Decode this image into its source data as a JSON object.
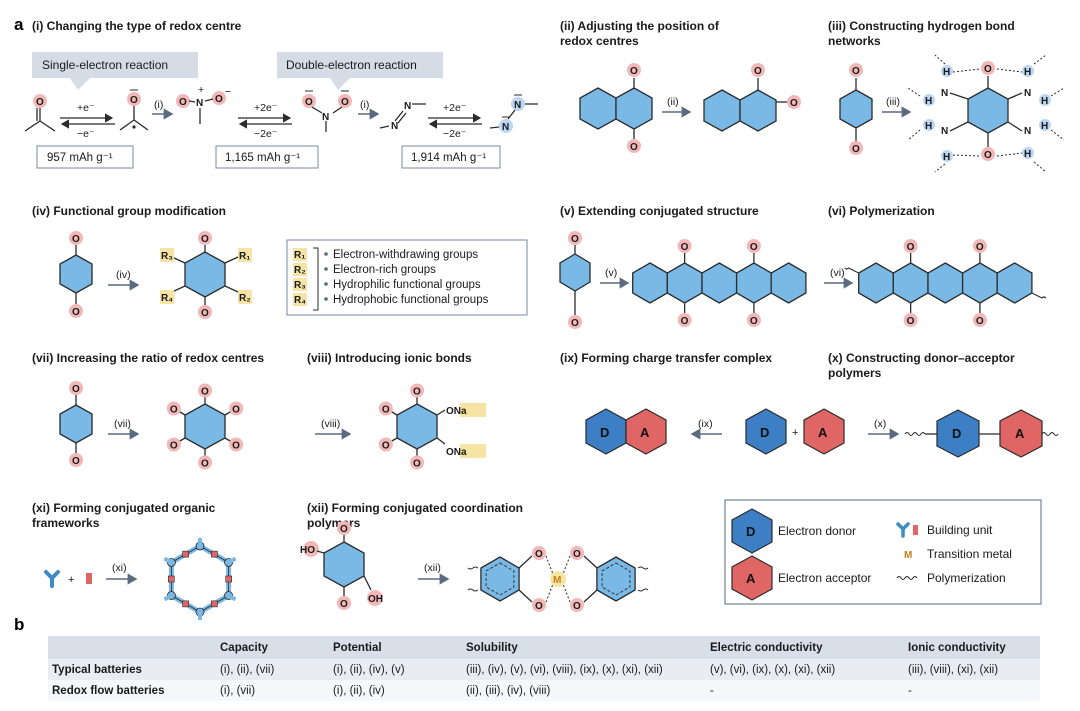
{
  "labels": {
    "a": "a",
    "b": "b",
    "p1": "(i) Changing the type of redox centre",
    "p2a": "(ii) Adjusting the position of",
    "p2b": "redox centres",
    "p3a": "(iii) Constructing hydrogen bond",
    "p3b": "networks",
    "p4": "(iv) Functional group modification",
    "p5": "(v) Extending conjugated structure",
    "p6": "(vi) Polymerization",
    "p7": "(vii) Increasing the ratio of redox centres",
    "p8": "(viii) Introducing ionic bonds",
    "p9": "(ix) Forming charge transfer complex",
    "p10a": "(x) Constructing donor–acceptor",
    "p10b": "polymers",
    "p11a": "(xi) Forming conjugated organic",
    "p11b": "frameworks",
    "p12a": "(xii) Forming conjugated coordination",
    "p12b": "polymers"
  },
  "panel1": {
    "single": "Single-electron reaction",
    "double": "Double-electron reaction",
    "cap1": "957 mAh g⁻¹",
    "cap2": "1,165 mAh g⁻¹",
    "cap3": "1,914 mAh g⁻¹",
    "plus_e": "+e⁻",
    "minus_e": "−e⁻",
    "plus_2e": "+2e⁻",
    "minus_2e": "−2e⁻",
    "step": "(i)"
  },
  "arrows": {
    "ii": "(ii)",
    "iii": "(iii)",
    "iv": "(iv)",
    "v": "(v)",
    "vi": "(vi)",
    "vii": "(vii)",
    "viii": "(viii)",
    "ix": "(ix)",
    "x": "(x)",
    "xi": "(xi)",
    "xii": "(xii)"
  },
  "atoms": {
    "O": "O",
    "N": "N",
    "H": "H",
    "Na": "Na",
    "HO": "HO",
    "OH": "OH",
    "M": "M",
    "D": "D",
    "A": "A",
    "ONa": "ONa",
    "R1": "R₁",
    "R2": "R₂",
    "R3": "R₃",
    "R4": "R₄"
  },
  "r_legend": [
    {
      "key": "R₁",
      "text": "Electron-withdrawing groups"
    },
    {
      "key": "R₂",
      "text": "Electron-rich groups"
    },
    {
      "key": "R₃",
      "text": "Hydrophilic functional groups"
    },
    {
      "key": "R₄",
      "text": "Hydrophobic functional groups"
    }
  ],
  "legend": {
    "donor": "Electron donor",
    "acceptor": "Electron acceptor",
    "building": "Building unit",
    "metal": "Transition metal",
    "poly": "Polymerization"
  },
  "table": {
    "headers": [
      "",
      "Capacity",
      "Potential",
      "Solubility",
      "Electric conductivity",
      "Ionic conductivity"
    ],
    "rows": [
      [
        "Typical batteries",
        "(i), (ii), (vii)",
        "(i), (ii), (iv), (v)",
        "(iii), (iv), (v), (vi), (viii), (ix), (x), (xi), (xii)",
        "(v), (vi), (ix), (x), (xi), (xii)",
        "(iii), (viii), (xi), (xii)"
      ],
      [
        "Redox flow batteries",
        "(i), (vii)",
        "(i), (ii), (iv)",
        "(ii), (iii), (iv), (viii)",
        "-",
        "-"
      ]
    ]
  },
  "colors": {
    "ring": "#7ab8e6",
    "acceptor": "#e06666",
    "donor": "#3d7fc4",
    "glow_red": "#f2b8b8",
    "glow_yellow": "#f5e4a3"
  }
}
